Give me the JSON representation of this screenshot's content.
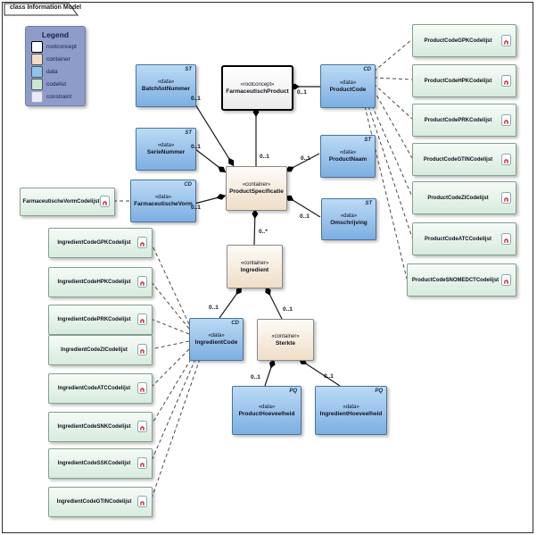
{
  "frame": {
    "title": "class Information Model"
  },
  "legend": {
    "title": "Legend",
    "items": [
      {
        "label": "rootconcept",
        "type": "rootconcept"
      },
      {
        "label": "container",
        "type": "container"
      },
      {
        "label": "data",
        "type": "data"
      },
      {
        "label": "codelist",
        "type": "codelist"
      },
      {
        "label": "constraint",
        "type": "constraint"
      }
    ]
  },
  "stereotypes": {
    "rootconcept": "«rootconcept»",
    "container": "«container»",
    "data": "«data»"
  },
  "tags": {
    "st": "ST",
    "cd": "CD",
    "pq": "PQ"
  },
  "multiplicities": {
    "zero_one": "0..1",
    "zero_many": "0..*"
  },
  "nodes": {
    "farmaceutisch_product": {
      "name": "FarmaceutischProduct"
    },
    "product_specificatie": {
      "name": "ProductSpecificatie"
    },
    "ingredient": {
      "name": "Ingredient"
    },
    "sterkte": {
      "name": "Sterkte"
    },
    "batch_lot_nummer": {
      "name": "Batch/lotNummer",
      "tag": "ST"
    },
    "serie_nummer": {
      "name": "SerieNummer",
      "tag": "ST"
    },
    "farmaceutische_vorm": {
      "name": "FarmaceutischeVorm",
      "tag": "CD"
    },
    "product_code": {
      "name": "ProductCode",
      "tag": "CD"
    },
    "product_naam": {
      "name": "ProductNaam",
      "tag": "ST"
    },
    "omschrijving": {
      "name": "Omschrijving",
      "tag": "ST"
    },
    "ingredient_code": {
      "name": "IngredientCode",
      "tag": "CD"
    },
    "product_hoeveelheid": {
      "name": "ProductHoeveelheid",
      "tag": "PQ"
    },
    "ingredient_hoeveelheid": {
      "name": "IngredientHoeveelheid",
      "tag": "PQ"
    }
  },
  "codelists": {
    "farm_vorm": "FarmaceutischeVormCodelijst",
    "right": [
      "ProductCodeGPKCodelijst",
      "ProductCodeHPKCodelijst",
      "ProductCodePRKCodelijst",
      "ProductCodeGTINCodelijst",
      "ProductCodeZICodelijst",
      "ProductCodeATCCodelijst",
      "ProductCodeSNOMEDCTCodelijst"
    ],
    "left": [
      "IngredientCodeGPKCodelijst",
      "IngredientCodeHPKCodelijst",
      "IngredientCodePRKCodelijst",
      "IngredientCodeZICodelijst",
      "IngredientCodeATCCodelijst",
      "IngredientCodeSNKCodelijst",
      "IngredientCodeSSKCodelijst",
      "IngredientCodeGTINCodelijst"
    ]
  },
  "colors": {
    "data_fill": "#7cafe2",
    "container_fill": "#f0dec8",
    "codelist_fill": "#d7ebdd",
    "rootconcept_border": "#000000",
    "legend_bg": "#8d9cc8",
    "edge": "#1a1a1a",
    "dashed_edge": "#4a4a4a"
  }
}
